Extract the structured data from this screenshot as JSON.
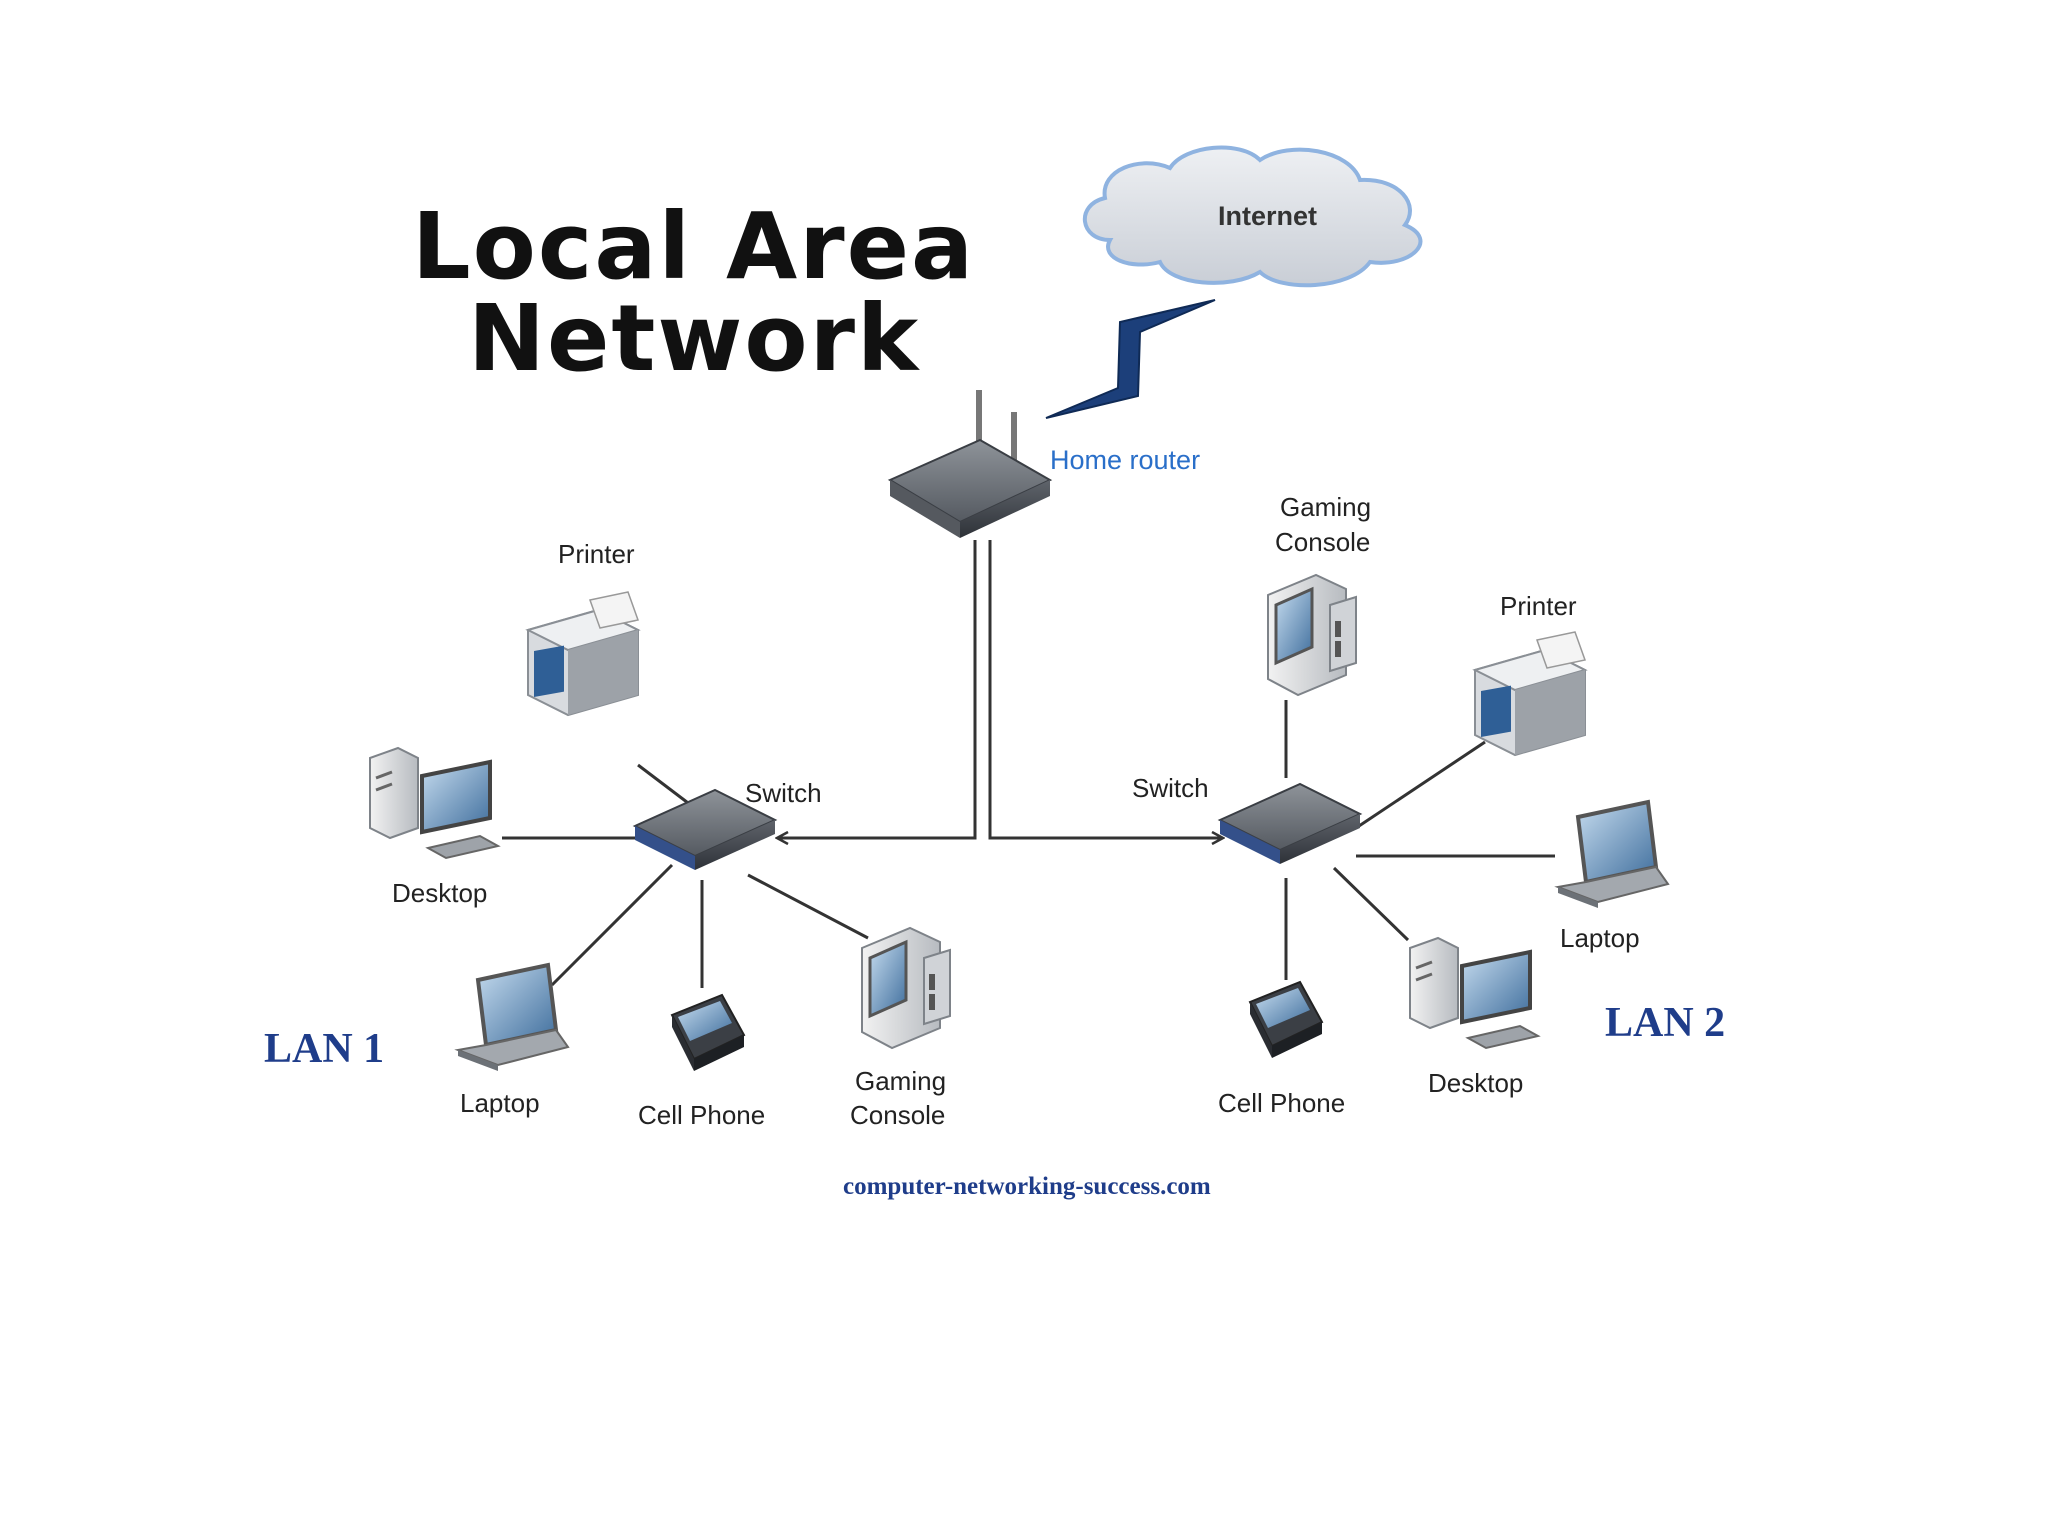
{
  "title": {
    "line1": "Local Area",
    "line2": "Network"
  },
  "internet": {
    "label": "Internet"
  },
  "router": {
    "label": "Home router"
  },
  "lan1": {
    "name": "LAN 1",
    "switch_label": "Switch",
    "devices": {
      "printer": "Printer",
      "desktop": "Desktop",
      "laptop": "Laptop",
      "cell_phone": "Cell Phone",
      "gaming_console_line1": "Gaming",
      "gaming_console_line2": "Console"
    }
  },
  "lan2": {
    "name": "LAN 2",
    "switch_label": "Switch",
    "devices": {
      "gaming_console_line1": "Gaming",
      "gaming_console_line2": "Console",
      "printer": "Printer",
      "laptop": "Laptop",
      "desktop": "Desktop",
      "cell_phone": "Cell Phone"
    }
  },
  "footer": {
    "source": "computer-networking-success.com"
  },
  "colors": {
    "background": "#ffffff",
    "title": "#111111",
    "router_label": "#2a6fc9",
    "lan_label": "#1f3d8a",
    "cloud_fill": "#d9dde3",
    "cloud_stroke": "#8fb3e0",
    "lightning": "#1c3f7a",
    "line": "#333333"
  }
}
